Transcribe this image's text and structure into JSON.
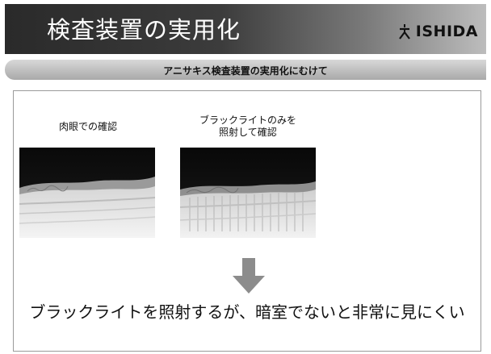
{
  "header": {
    "title": "検査装置の実用化",
    "logo_text": "ISHIDA"
  },
  "subtitle": "アニサキス検査装置の実用化にむけて",
  "panels": [
    {
      "caption_lines": [
        "肉眼での確認"
      ]
    },
    {
      "caption_lines": [
        "ブラックライトのみを",
        "照射して確認"
      ]
    }
  ],
  "conclusion": "ブラックライトを照射するが、暗室でないと非常に見にくい",
  "colors": {
    "header_dark": "#2a2a2a",
    "header_light": "#bdbdbd",
    "subbar": "#b5b5b5",
    "arrow": "#8c8c8c"
  },
  "icons": {
    "logo": "ishida-logo-icon",
    "arrow": "arrow-down-icon"
  }
}
